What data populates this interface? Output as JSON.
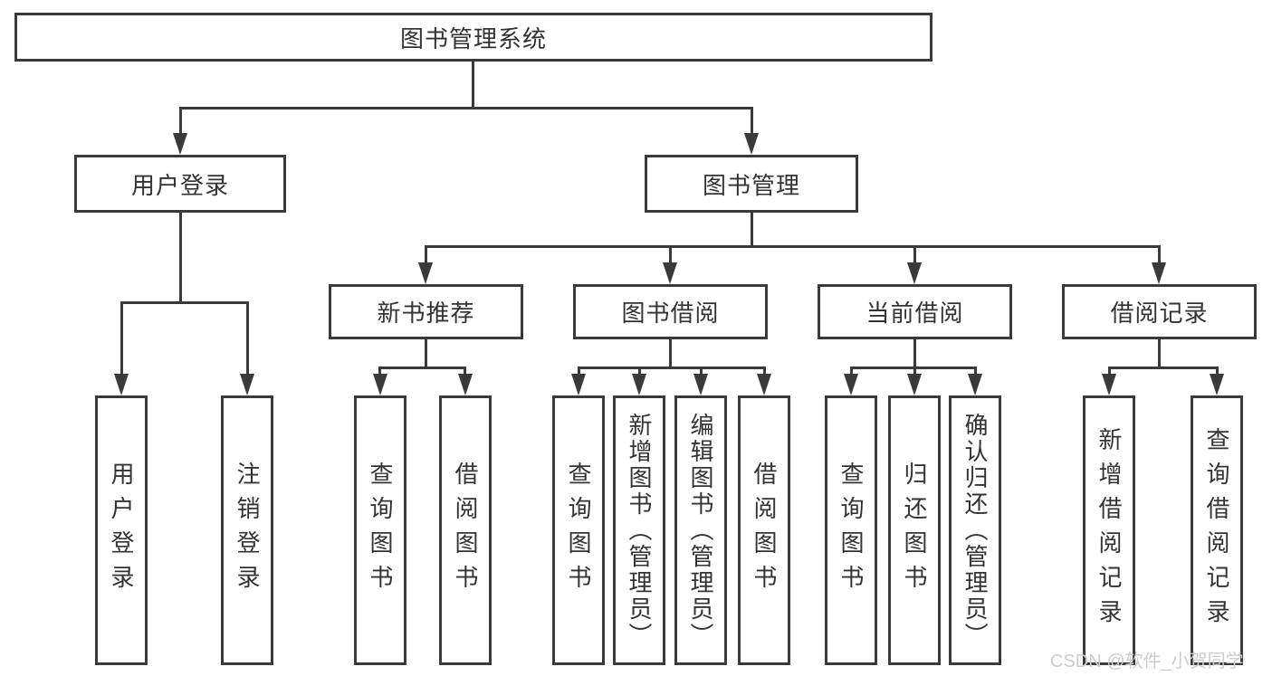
{
  "diagram": {
    "root": {
      "label": "图书管理系统"
    },
    "level2": [
      {
        "label": "用户登录"
      },
      {
        "label": "图书管理"
      }
    ],
    "level3": [
      {
        "label": "新书推荐",
        "parent": "图书管理"
      },
      {
        "label": "图书借阅",
        "parent": "图书管理"
      },
      {
        "label": "当前借阅",
        "parent": "图书管理"
      },
      {
        "label": "借阅记录",
        "parent": "图书管理"
      }
    ],
    "leaves": [
      {
        "label": "用户登录",
        "parent": "用户登录"
      },
      {
        "label": "注销登录",
        "parent": "用户登录"
      },
      {
        "label": "查询图书",
        "parent": "新书推荐"
      },
      {
        "label": "借阅图书",
        "parent": "新书推荐"
      },
      {
        "label": "查询图书",
        "parent": "图书借阅"
      },
      {
        "label": "新增图书（管理员）",
        "parent": "图书借阅"
      },
      {
        "label": "编辑图书（管理员）",
        "parent": "图书借阅"
      },
      {
        "label": "借阅图书",
        "parent": "图书借阅"
      },
      {
        "label": "查询图书",
        "parent": "当前借阅"
      },
      {
        "label": "归还图书",
        "parent": "当前借阅"
      },
      {
        "label": "确认归还（管理员）",
        "parent": "当前借阅"
      },
      {
        "label": "新增借阅记录",
        "parent": "借阅记录"
      },
      {
        "label": "查询借阅记录",
        "parent": "借阅记录"
      }
    ],
    "watermark": "CSDN @软件_小贺同学",
    "colors": {
      "line": "#3a3a3a",
      "text": "#333333",
      "background": "#ffffff",
      "box_fill": "#ffffff",
      "watermark": "#cccccc"
    }
  }
}
